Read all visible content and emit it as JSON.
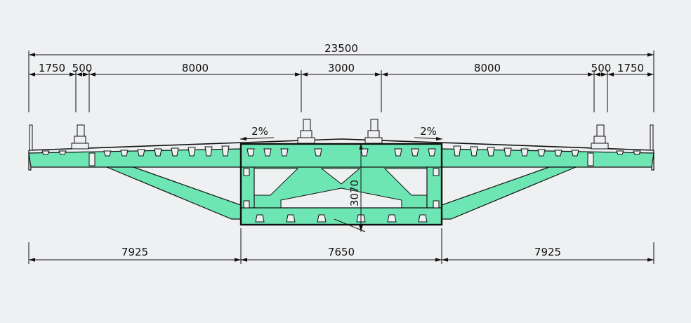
{
  "dimensions": {
    "overall": "23500",
    "top": [
      "1750",
      "500",
      "8000",
      "3000",
      "8000",
      "500",
      "1750"
    ],
    "bottom": [
      "7925",
      "7650",
      "7925"
    ],
    "height": "3070"
  },
  "slopes": {
    "left": "2%",
    "right": "2%"
  },
  "colors": {
    "structure": "#6ee6b4",
    "line": "#111111",
    "background": "#eef0f2"
  }
}
